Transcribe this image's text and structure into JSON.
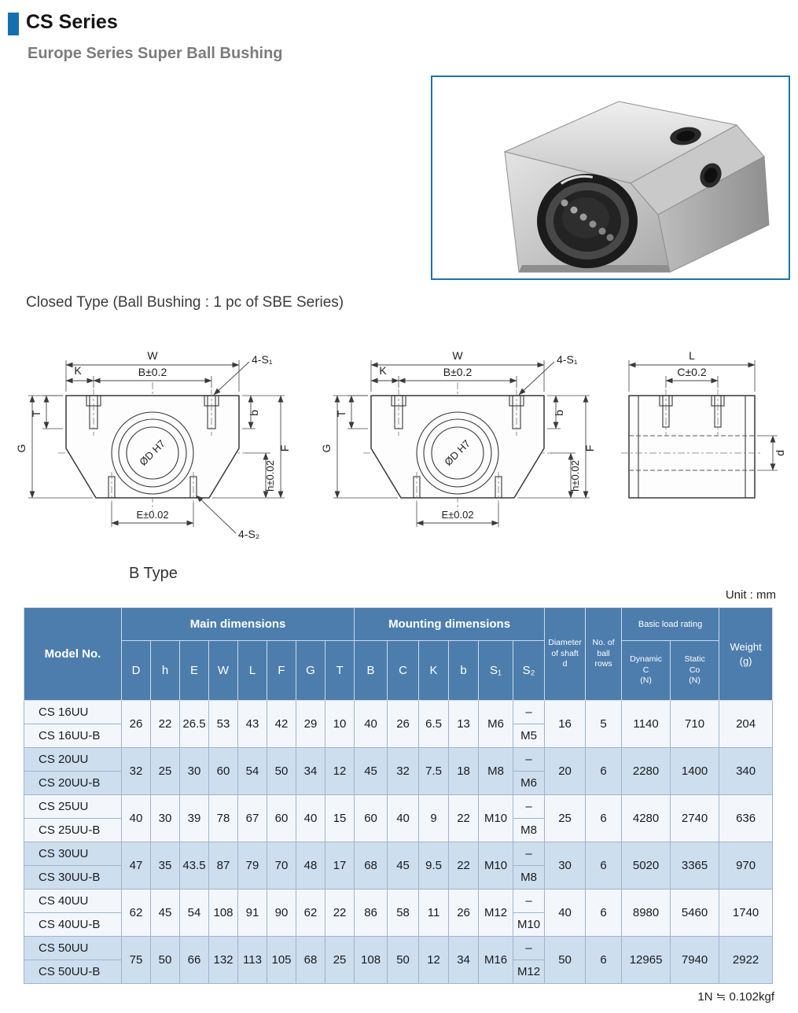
{
  "page": {
    "title": "CS Series",
    "subtitle": "Europe Series Super Ball Bushing",
    "closed_type": "Closed Type (Ball Bushing : 1 pc of SBE Series)",
    "b_type": "B Type",
    "unit": "Unit : mm",
    "footnote": "1N ≒ 0.102kgf"
  },
  "colors": {
    "accent_blue": "#1470ad",
    "photo_border": "#1b74ae",
    "table_header": "#4d7dad",
    "row_light": "#f3f7fc",
    "row_blue": "#cddeef"
  },
  "drawings": {
    "front": {
      "W": "W",
      "K": "K",
      "B": "B±0.2",
      "S1": "4-S₁",
      "T": "T",
      "G": "G",
      "bore": "ØD H7",
      "b": "b",
      "h": "h±0.02",
      "F": "F",
      "E": "E±0.02",
      "S2": "4-S₂"
    },
    "side": {
      "L": "L",
      "C": "C±0.2",
      "d": "d"
    }
  },
  "table": {
    "headers": {
      "model": "Model No.",
      "main_dims": "Main dimensions",
      "mount_dims": "Mounting dimensions",
      "dim_cols": [
        "D",
        "h",
        "E",
        "W",
        "L",
        "F",
        "G",
        "T"
      ],
      "mount_cols": [
        "B",
        "C",
        "K",
        "b",
        "S₁",
        "S₂"
      ],
      "shaft": "Diameter\nof shaft\nd",
      "ball_rows": "No. of\nball\nrows",
      "load_rating": "Basic load rating",
      "load_cols": [
        "Dynamic\nC\n(N)",
        "Static\nCo\n(N)"
      ],
      "weight": "Weight\n(g)"
    },
    "groups": [
      {
        "models": [
          "CS 16UU",
          "CS 16UU-B"
        ],
        "dims": [
          "26",
          "22",
          "26.5",
          "53",
          "43",
          "42",
          "29",
          "10"
        ],
        "mount": [
          "40",
          "26",
          "6.5",
          "13",
          "M6"
        ],
        "s2": [
          "–",
          "M5"
        ],
        "shaft": "16",
        "rows": "5",
        "dyn": "1140",
        "stat": "710",
        "wt": "204"
      },
      {
        "models": [
          "CS 20UU",
          "CS 20UU-B"
        ],
        "dims": [
          "32",
          "25",
          "30",
          "60",
          "54",
          "50",
          "34",
          "12"
        ],
        "mount": [
          "45",
          "32",
          "7.5",
          "18",
          "M8"
        ],
        "s2": [
          "–",
          "M6"
        ],
        "shaft": "20",
        "rows": "6",
        "dyn": "2280",
        "stat": "1400",
        "wt": "340"
      },
      {
        "models": [
          "CS 25UU",
          "CS 25UU-B"
        ],
        "dims": [
          "40",
          "30",
          "39",
          "78",
          "67",
          "60",
          "40",
          "15"
        ],
        "mount": [
          "60",
          "40",
          "9",
          "22",
          "M10"
        ],
        "s2": [
          "–",
          "M8"
        ],
        "shaft": "25",
        "rows": "6",
        "dyn": "4280",
        "stat": "2740",
        "wt": "636"
      },
      {
        "models": [
          "CS 30UU",
          "CS 30UU-B"
        ],
        "dims": [
          "47",
          "35",
          "43.5",
          "87",
          "79",
          "70",
          "48",
          "17"
        ],
        "mount": [
          "68",
          "45",
          "9.5",
          "22",
          "M10"
        ],
        "s2": [
          "–",
          "M8"
        ],
        "shaft": "30",
        "rows": "6",
        "dyn": "5020",
        "stat": "3365",
        "wt": "970"
      },
      {
        "models": [
          "CS 40UU",
          "CS 40UU-B"
        ],
        "dims": [
          "62",
          "45",
          "54",
          "108",
          "91",
          "90",
          "62",
          "22"
        ],
        "mount": [
          "86",
          "58",
          "11",
          "26",
          "M12"
        ],
        "s2": [
          "–",
          "M10"
        ],
        "shaft": "40",
        "rows": "6",
        "dyn": "8980",
        "stat": "5460",
        "wt": "1740"
      },
      {
        "models": [
          "CS 50UU",
          "CS 50UU-B"
        ],
        "dims": [
          "75",
          "50",
          "66",
          "132",
          "113",
          "105",
          "68",
          "25"
        ],
        "mount": [
          "108",
          "50",
          "12",
          "34",
          "M16"
        ],
        "s2": [
          "–",
          "M12"
        ],
        "shaft": "50",
        "rows": "6",
        "dyn": "12965",
        "stat": "7940",
        "wt": "2922"
      }
    ]
  }
}
